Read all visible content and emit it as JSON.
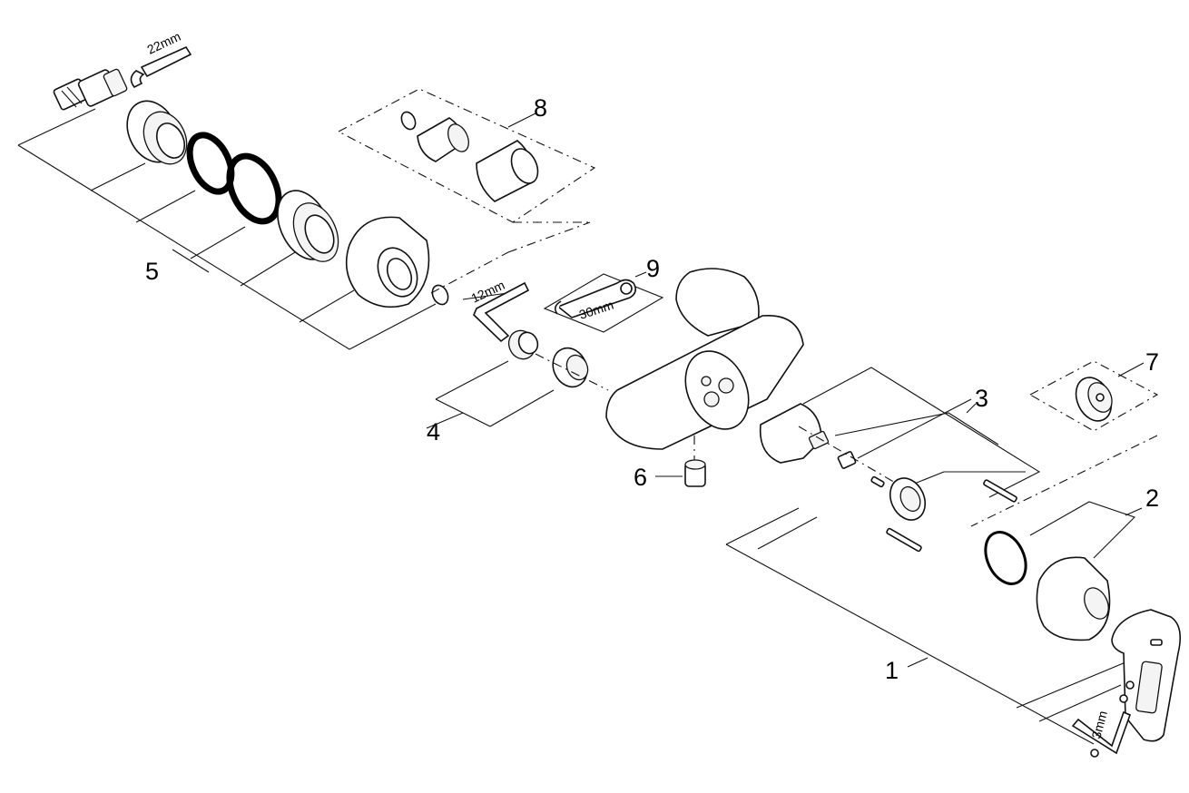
{
  "callouts": {
    "c1": "1",
    "c2": "2",
    "c3": "3",
    "c4": "4",
    "c5": "5",
    "c6": "6",
    "c7": "7",
    "c8": "8",
    "c9": "9"
  },
  "tools": {
    "wrench_top": "22mm",
    "hex_key_mid": "12mm",
    "wrench_mid": "30mm",
    "hex_key_small": "3mm"
  }
}
